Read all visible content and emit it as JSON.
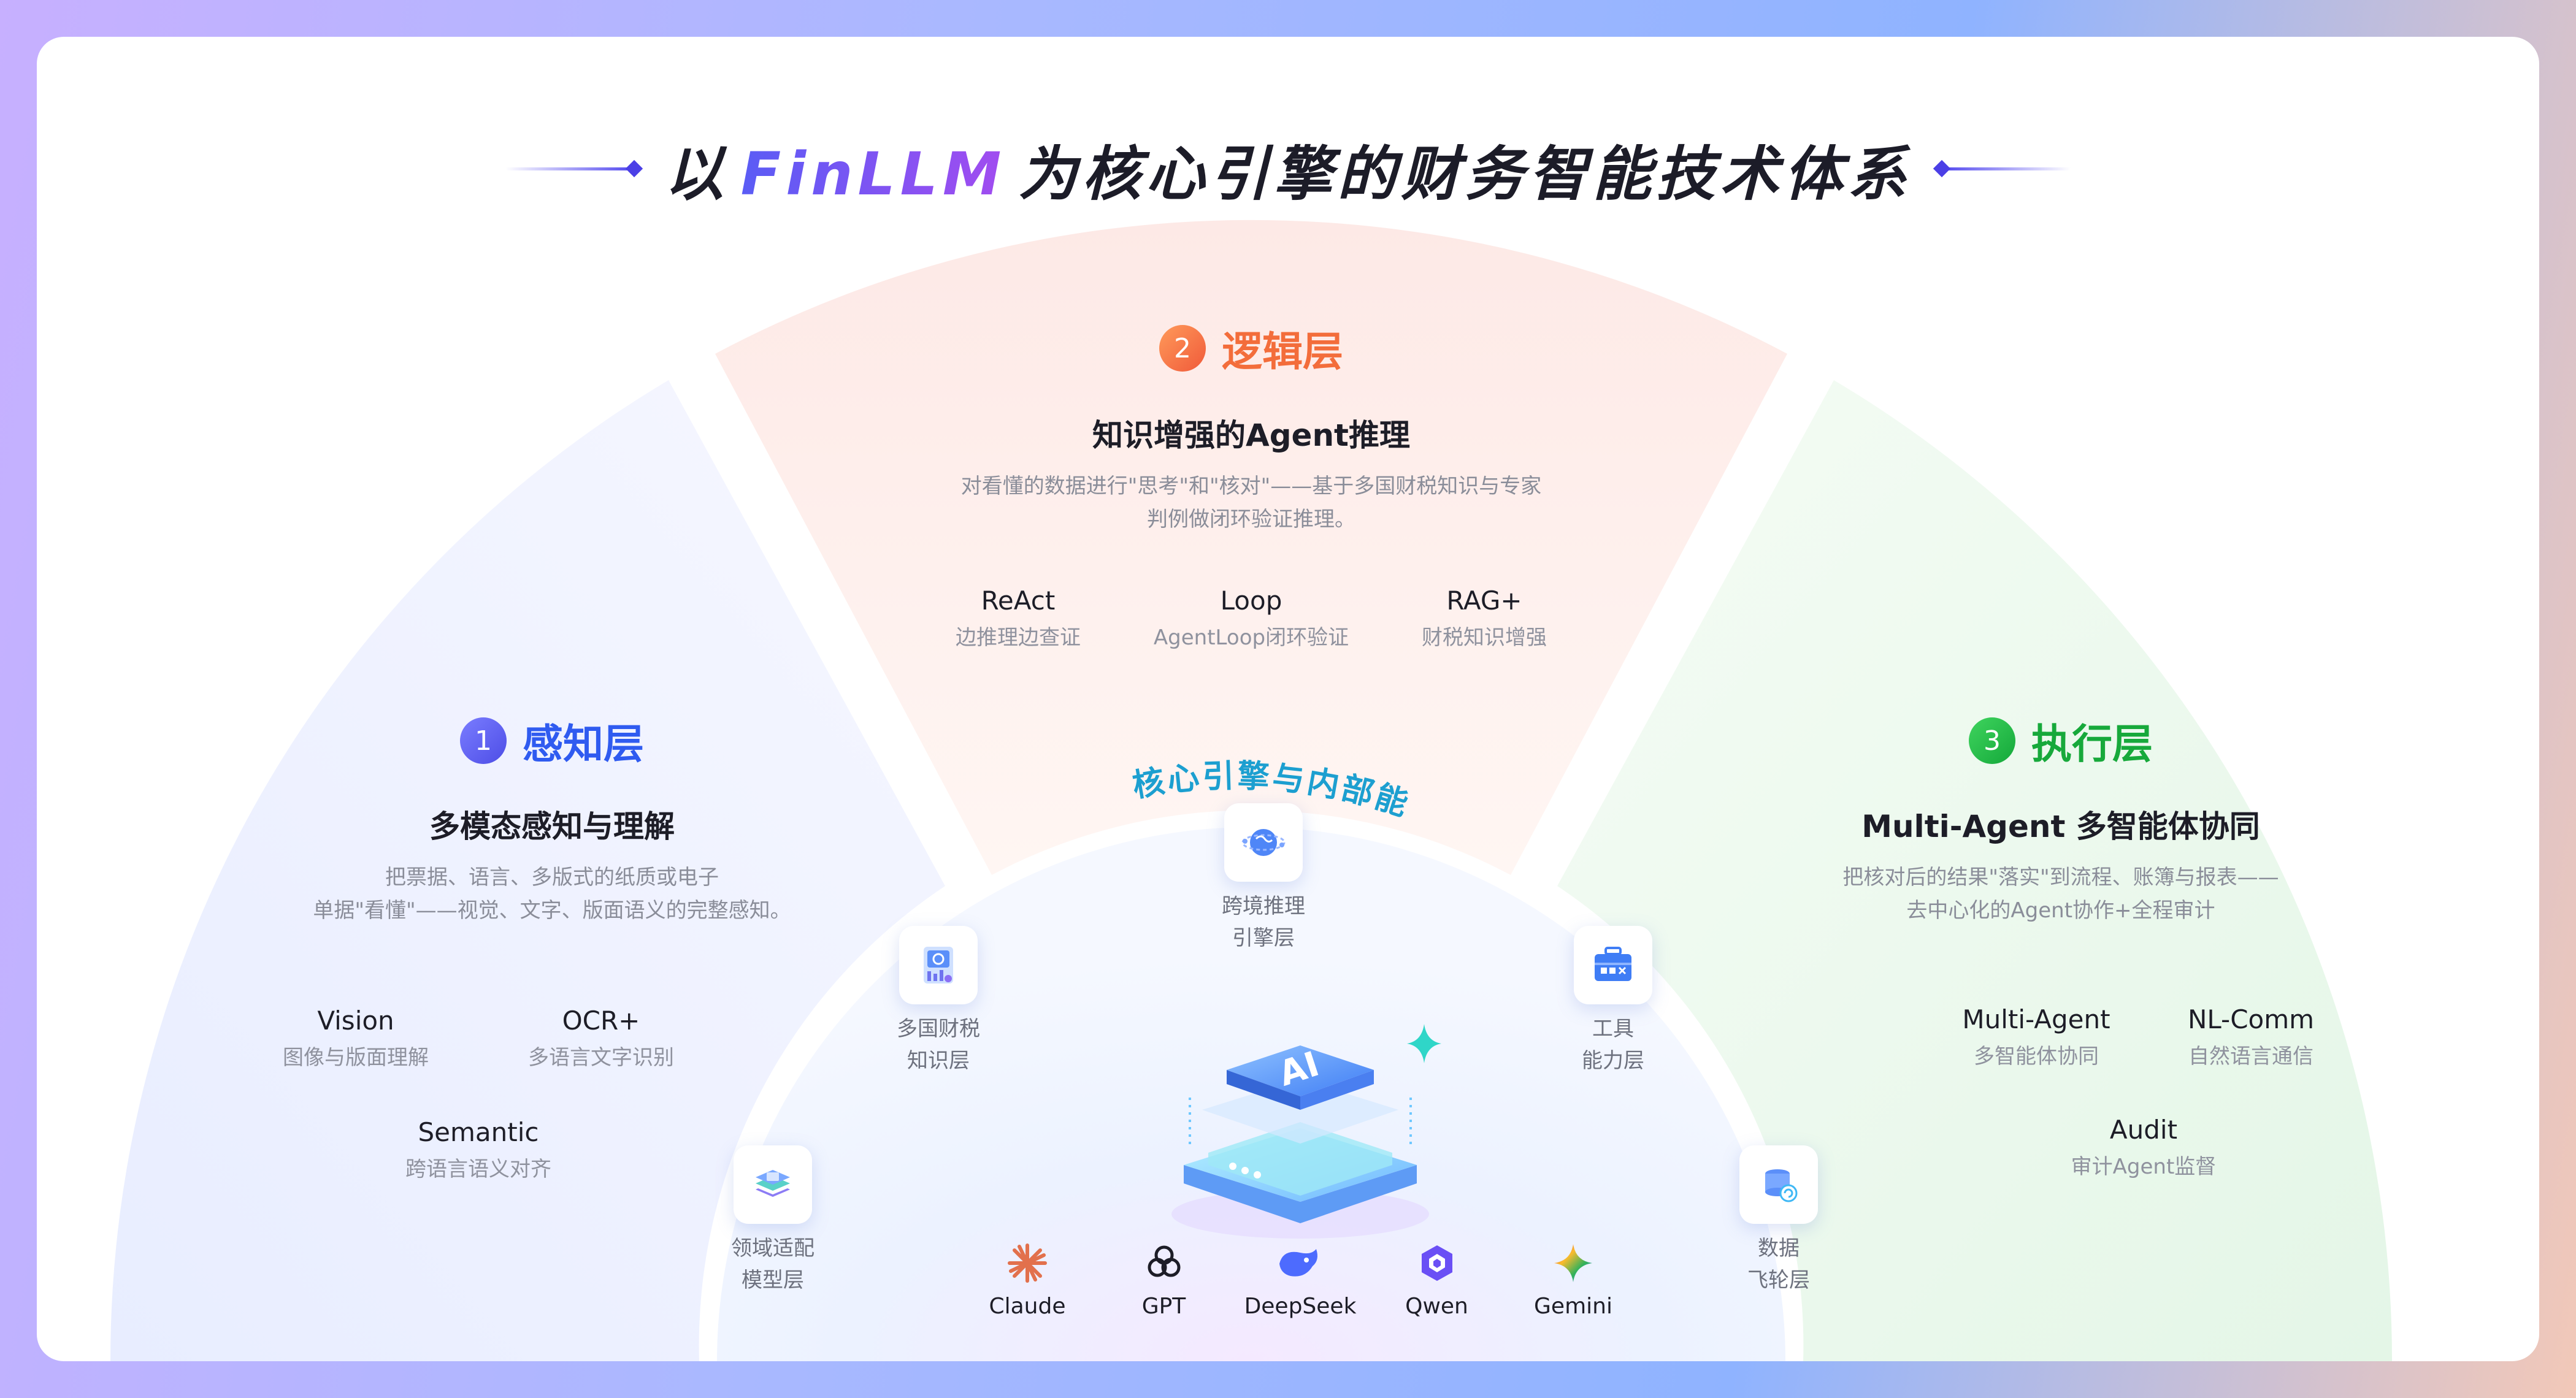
{
  "title": {
    "prefix": "以",
    "brand": "FinLLM",
    "suffix": "为核心引擎的财务智能技术体系"
  },
  "colors": {
    "perception": "#2f5bf0",
    "logic": "#f36d3b",
    "execution": "#17a93b",
    "core": "#1c9fd0"
  },
  "perception": {
    "number": "1",
    "name": "感知层",
    "subtitle": "多模态感知与理解",
    "desc": [
      "把票据、语言、多版式的纸质或电子",
      "单据\"看懂\"——视觉、文字、版面语义的完整感知。"
    ],
    "features": [
      {
        "title": "Vision",
        "sub": "图像与版面理解"
      },
      {
        "title": "OCR+",
        "sub": "多语言文字识别"
      },
      {
        "title": "Semantic",
        "sub": "跨语言语义对齐"
      }
    ]
  },
  "logic": {
    "number": "2",
    "name": "逻辑层",
    "subtitle": "知识增强的Agent推理",
    "desc": [
      "对看懂的数据进行\"思考\"和\"核对\"——基于多国财税知识与专家",
      "判例做闭环验证推理。"
    ],
    "features": [
      {
        "title": "ReAct",
        "sub": "边推理边查证"
      },
      {
        "title": "Loop",
        "sub": "AgentLoop闭环验证"
      },
      {
        "title": "RAG+",
        "sub": "财税知识增强"
      }
    ]
  },
  "execution": {
    "number": "3",
    "name": "执行层",
    "subtitle": "Multi-Agent 多智能体协同",
    "desc": [
      "把核对后的结果\"落实\"到流程、账簿与报表——",
      "去中心化的Agent协作+全程审计"
    ],
    "features": [
      {
        "title": "Multi-Agent",
        "sub": "多智能体协同"
      },
      {
        "title": "NL-Comm",
        "sub": "自然语言通信"
      },
      {
        "title": "Audit",
        "sub": "审计Agent监督"
      }
    ]
  },
  "core": {
    "title": "核心引擎与内部能力",
    "chip": "AI",
    "nodes": [
      {
        "icon": "globe-network-icon",
        "line1": "跨境推理",
        "line2": "引擎层"
      },
      {
        "icon": "knowledge-base-icon",
        "line1": "多国财税",
        "line2": "知识层"
      },
      {
        "icon": "toolbox-icon",
        "line1": "工具",
        "line2": "能力层"
      },
      {
        "icon": "layers-stack-icon",
        "line1": "领域适配",
        "line2": "模型层"
      },
      {
        "icon": "database-refresh-icon",
        "line1": "数据",
        "line2": "飞轮层"
      }
    ],
    "models": [
      "Claude",
      "GPT",
      "DeepSeek",
      "Qwen",
      "Gemini"
    ]
  }
}
